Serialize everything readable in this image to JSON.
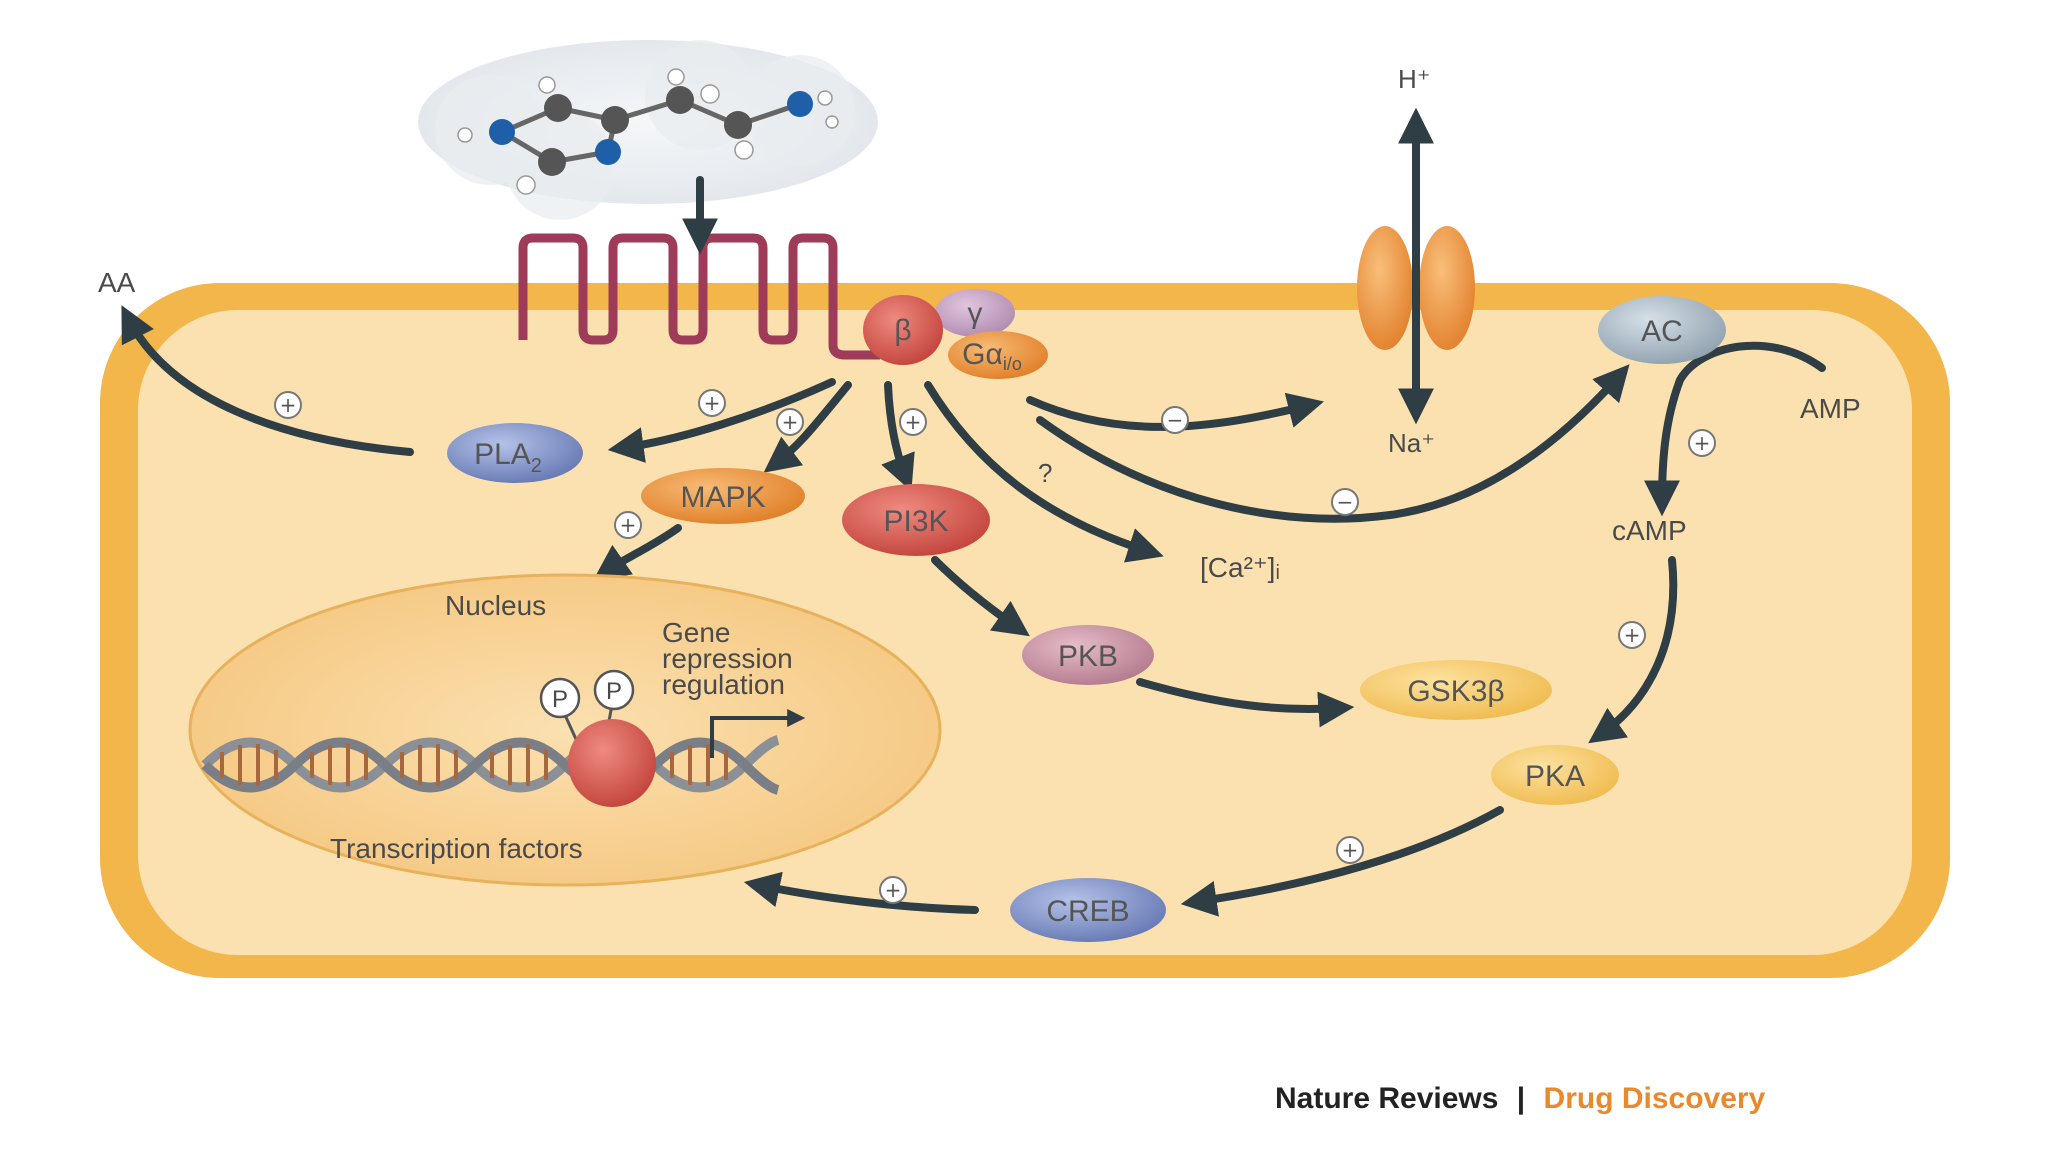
{
  "labels": {
    "aa": "AA",
    "h_plus": "H⁺",
    "na_plus": "Na⁺",
    "amp": "AMP",
    "camp": "cAMP",
    "ca": "[Ca²⁺]ᵢ",
    "question": "?",
    "nucleus": "Nucleus",
    "gene": "Gene",
    "repression": "repression",
    "regulation": "regulation",
    "transcription": "Transcription factors",
    "p1": "P",
    "p2": "P"
  },
  "nodes": {
    "beta": "β",
    "gamma": "γ",
    "galpha": "Gα",
    "galpha_sub": "i/o",
    "pla2": "PLA",
    "pla2_sub": "2",
    "mapk": "MAPK",
    "pi3k": "PI3K",
    "pkb": "PKB",
    "gsk3b": "GSK3β",
    "ac": "AC",
    "pka": "PKA",
    "creb": "CREB"
  },
  "signs": {
    "plus": "+",
    "minus": "−"
  },
  "credit": {
    "journal": "Nature Reviews",
    "separator": "|",
    "section": "Drug Discovery"
  },
  "colors": {
    "membrane": "#f2b64a",
    "cytoplasm": "#fbe1b0",
    "nucleus": "#f9d49a",
    "receptor": "#9e3b58",
    "arrow": "#2f3d45",
    "blue_node": "#7d8fc4",
    "orange_node": "#ec9640",
    "red_node": "#d2574e",
    "pink_node": "#c894a4",
    "yellow_node": "#f6cc6a",
    "gray_node": "#a9b8c4",
    "credit_orange": "#e8892d"
  }
}
